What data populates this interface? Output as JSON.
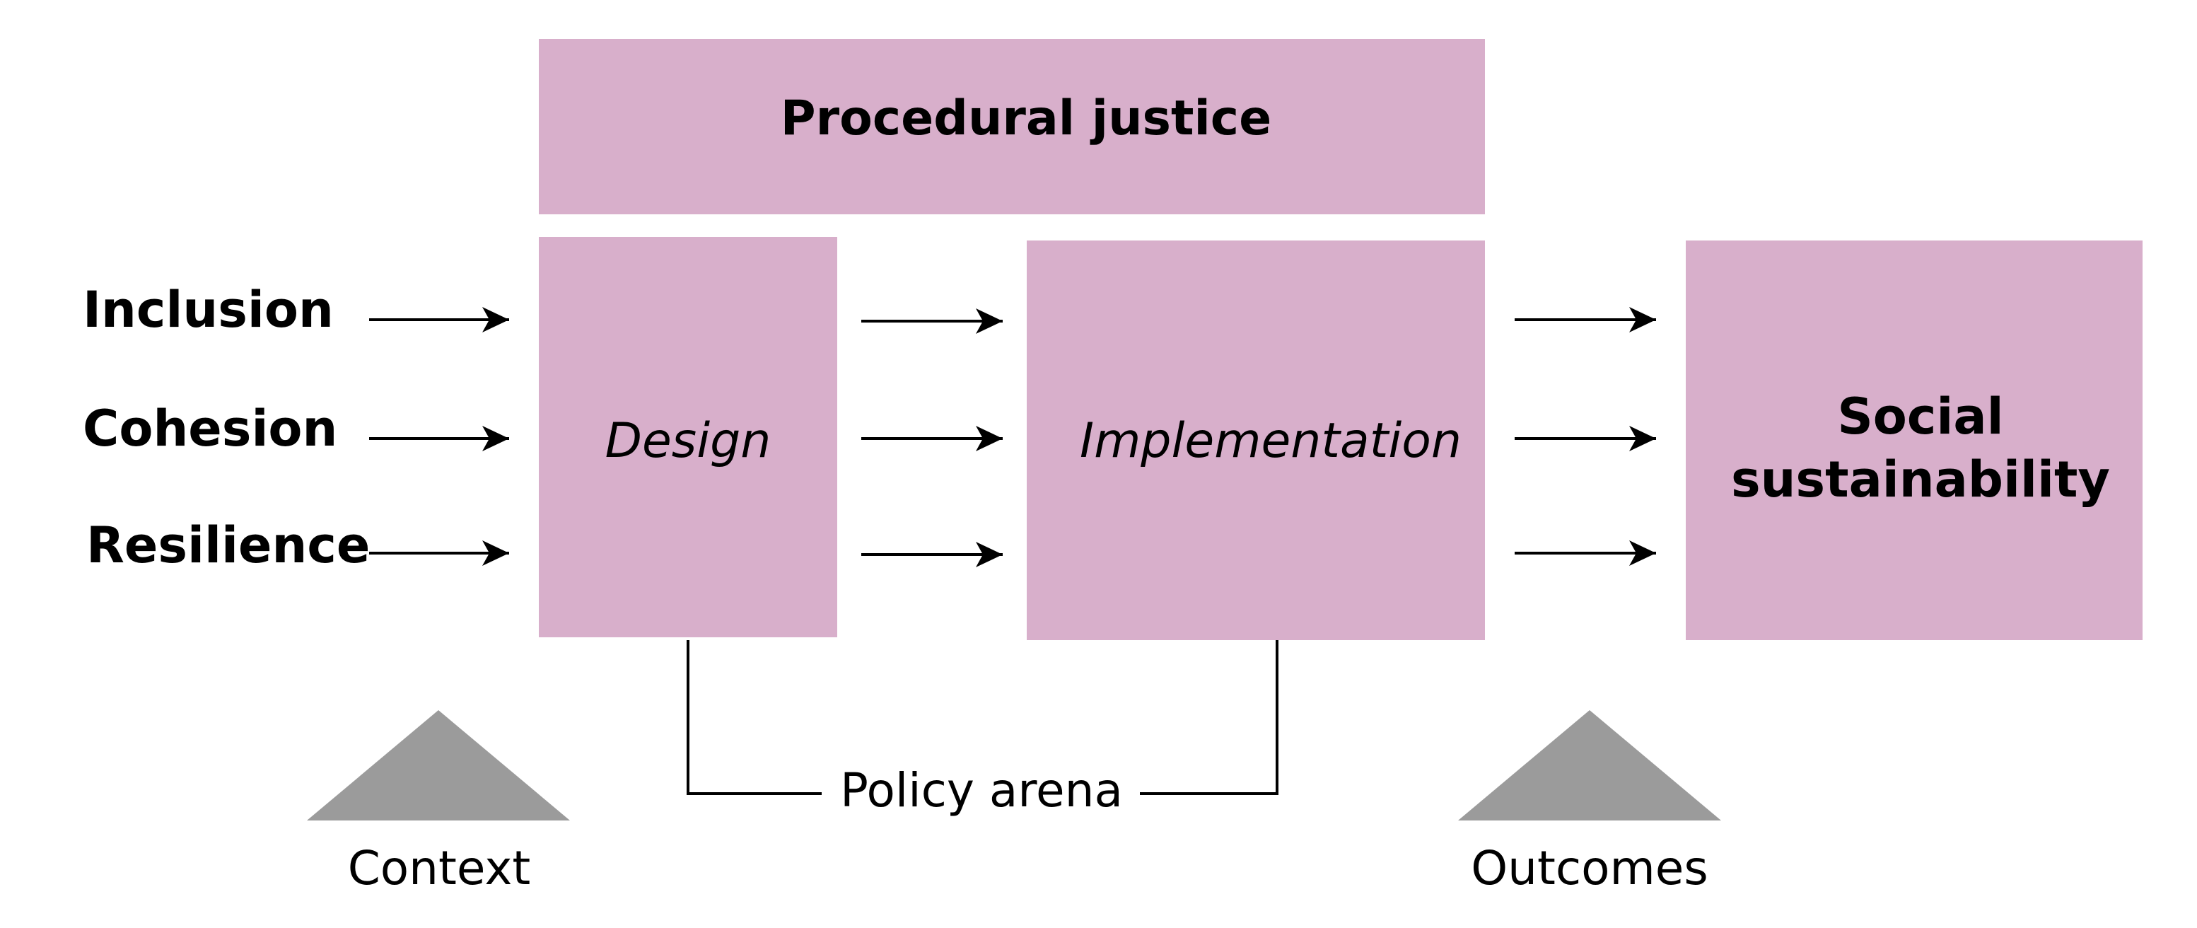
{
  "title": "Procedural justice",
  "inputs": [
    "Inclusion",
    "Cohesion",
    "Resilience"
  ],
  "stages": {
    "design": "Design",
    "implementation": "Implementation"
  },
  "output": {
    "line1": "Social",
    "line2": "sustainability"
  },
  "policy_arena": "Policy arena",
  "context": "Context",
  "outcomes": "Outcomes",
  "colors": {
    "box_fill": "#d8afcb",
    "triangle_fill": "#9b9b9b",
    "line": "#000000"
  }
}
